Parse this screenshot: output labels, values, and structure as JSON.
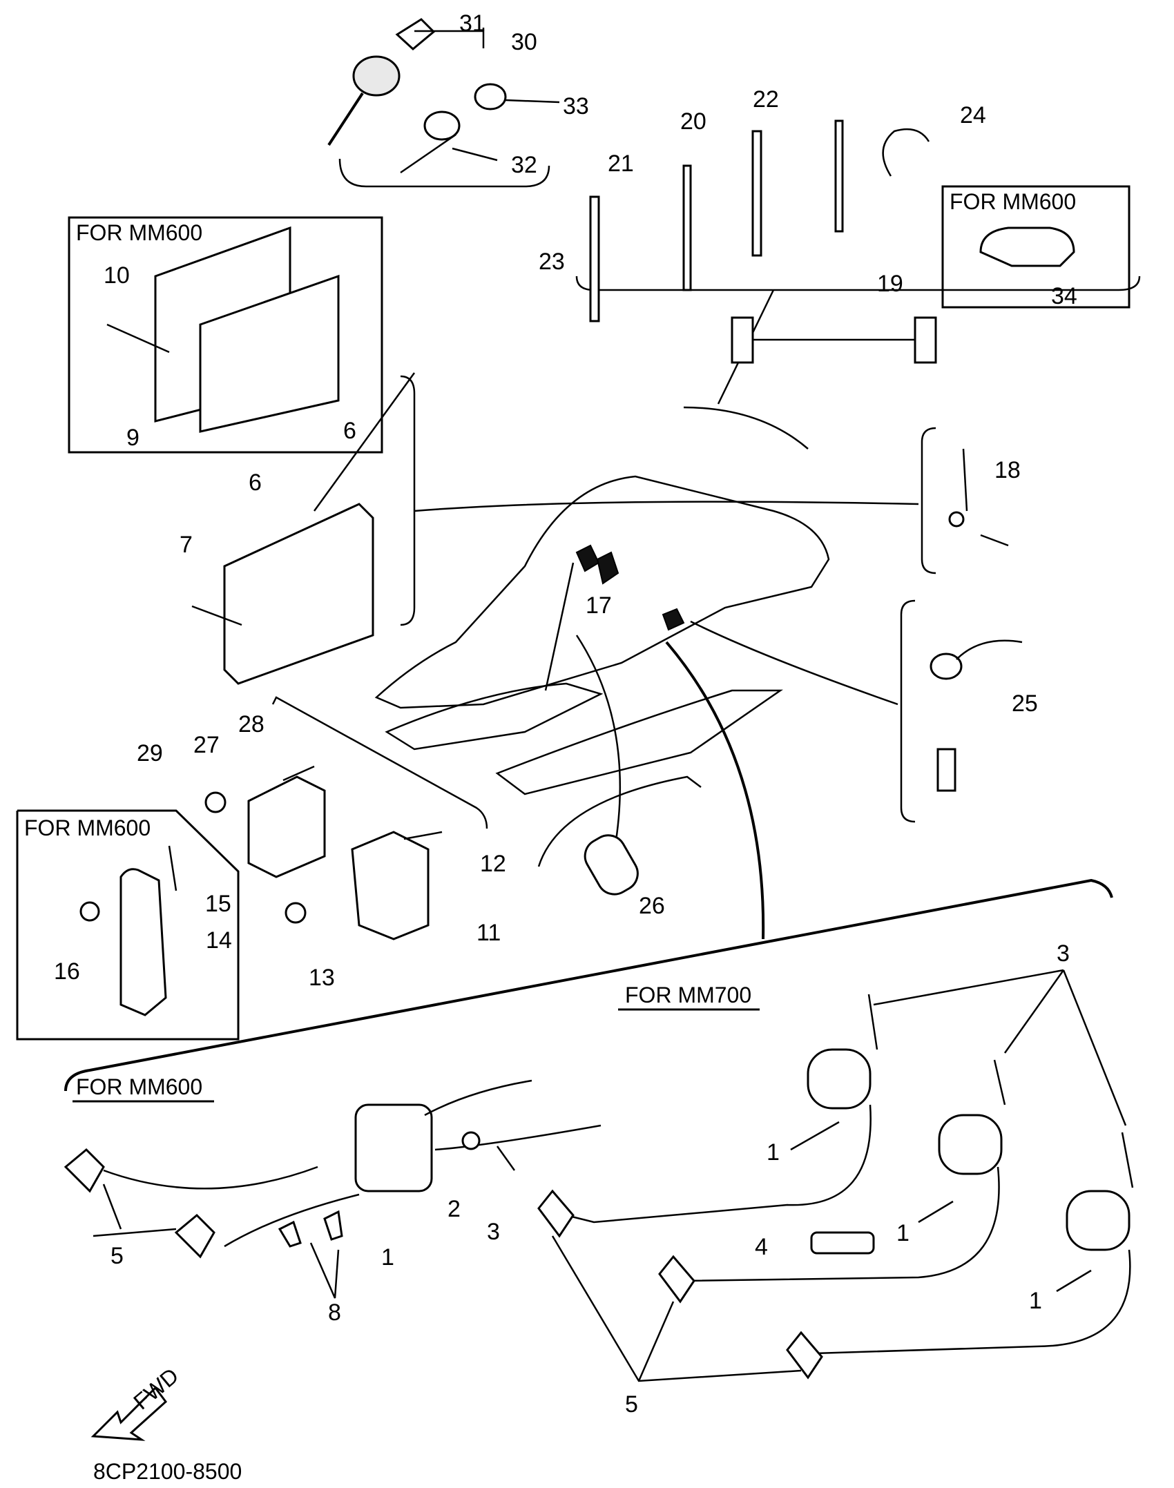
{
  "section_labels": {
    "mm600_ecu_box": "FOR MM600",
    "mm600_clamp_box": "FOR MM600",
    "mm600_plate_box": "FOR MM600",
    "mm700_heading": "FOR MM700",
    "mm600_heading": "FOR MM600"
  },
  "drawing_code": "8CP2100-8500",
  "fwd_arrow_label": "FWD",
  "callouts": {
    "c31": "31",
    "c30": "30",
    "c33": "33",
    "c32": "32",
    "c22": "22",
    "c20": "20",
    "c24": "24",
    "c21": "21",
    "c23": "23",
    "c19": "19",
    "c34": "34",
    "c10": "10",
    "c9": "9",
    "c6a": "6",
    "c6b": "6",
    "c7": "7",
    "c18": "18",
    "c17": "17",
    "c25": "25",
    "c28": "28",
    "c29": "29",
    "c27": "27",
    "c12": "12",
    "c11": "11",
    "c13": "13",
    "c15": "15",
    "c14": "14",
    "c16": "16",
    "c26": "26",
    "c3a": "3",
    "c1a": "1",
    "c1b": "1",
    "c1c": "1",
    "c4": "4",
    "c5a": "5",
    "c2": "2",
    "c3b": "3",
    "c1d": "1",
    "c5b": "5",
    "c8": "8"
  }
}
